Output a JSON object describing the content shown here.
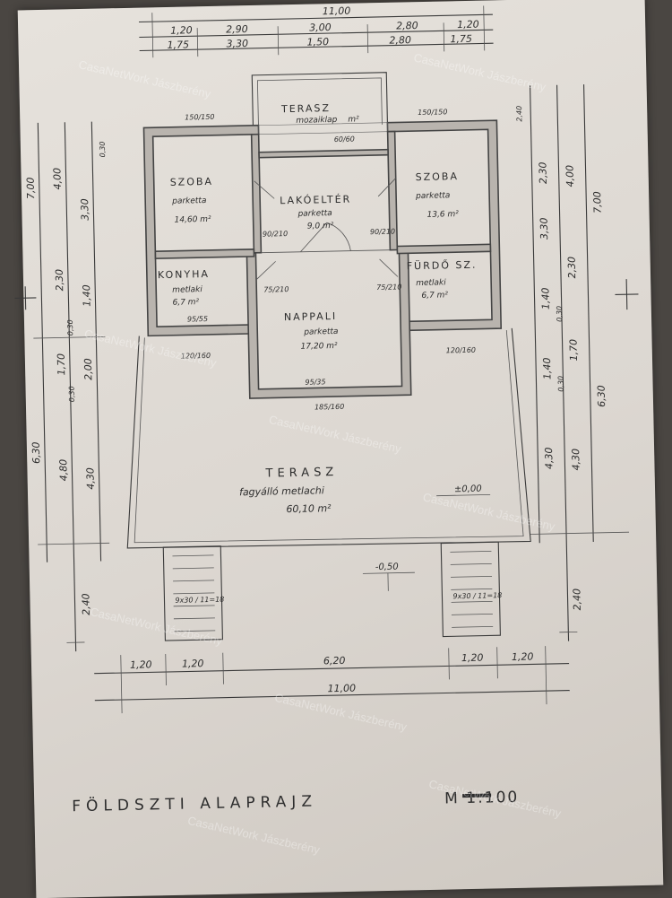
{
  "rooms": {
    "terasz_top": {
      "label": "TERASZ",
      "floor": "mozaiklap",
      "area": "m²"
    },
    "szoba_left": {
      "label": "SZOBA",
      "floor": "parketta",
      "area": "14,60 m²"
    },
    "lakoelter": {
      "label": "LAKÓELTÉR",
      "floor": "parketta",
      "area": "9,0 m²"
    },
    "szoba_right": {
      "label": "SZOBA",
      "floor": "parketta",
      "area": "13,6 m²"
    },
    "konyha": {
      "label": "KONYHA",
      "floor": "metlaki",
      "area": "6,7 m²"
    },
    "nappali": {
      "label": "NAPPALI",
      "floor": "parketta",
      "area": "17,20 m²"
    },
    "furdo": {
      "label": "FÜRDŐ SZ.",
      "floor": "metlaki",
      "area": "6,7 m²"
    },
    "terasz_main": {
      "label": "TERASZ",
      "floor": "fagyálló metlachi",
      "area": "60,10 m²"
    }
  },
  "level_marks": {
    "terrace": "±0,00",
    "ground": "-0,50"
  },
  "stairs": {
    "left": "9x30 / 11=18",
    "right": "9x30 / 11=18"
  },
  "dims_top": {
    "total": "11,00",
    "row2": [
      "1,20",
      "2,90",
      "3,00",
      "2,80",
      "1,20"
    ],
    "row3": [
      "1,75",
      "3,30",
      "1,50",
      "2,80",
      "1,75"
    ]
  },
  "dims_bottom": {
    "row1": [
      "1,20",
      "1,20",
      "6,20",
      "1,20",
      "1,20"
    ],
    "total": "11,00"
  },
  "dims_left": {
    "outer": [
      "7,00",
      "6,30"
    ],
    "mid": [
      "4,00",
      "2,30",
      "1,70",
      "4,80",
      "2,40"
    ],
    "inner": [
      "3,30",
      "1,40",
      "2,00",
      "4,30"
    ],
    "small": [
      "0,30",
      "0,30",
      "0,30"
    ]
  },
  "dims_right": {
    "outer": [
      "7,00",
      "6,30"
    ],
    "mid": [
      "4,00",
      "2,30",
      "1,70",
      "4,30",
      "2,40"
    ],
    "inner": [
      "2,30",
      "3,30",
      "1,40",
      "1,40",
      "4,30"
    ],
    "small": [
      "2,40",
      "0,30",
      "0,30"
    ]
  },
  "door_labels": {
    "d1": "90/210",
    "d2": "90/210",
    "d3": "75/210",
    "d4": "75/210",
    "w1": "150/150",
    "w2": "150/150",
    "w3": "60/60",
    "w4": "120/160",
    "w5": "185/160",
    "w6": "120/160",
    "w7": "95/55",
    "w8": "95/35"
  },
  "title": "FÖLDSZTI ALAPRAJZ",
  "scale": "M 1:100",
  "watermark": "CasaNetWork Jászberény"
}
